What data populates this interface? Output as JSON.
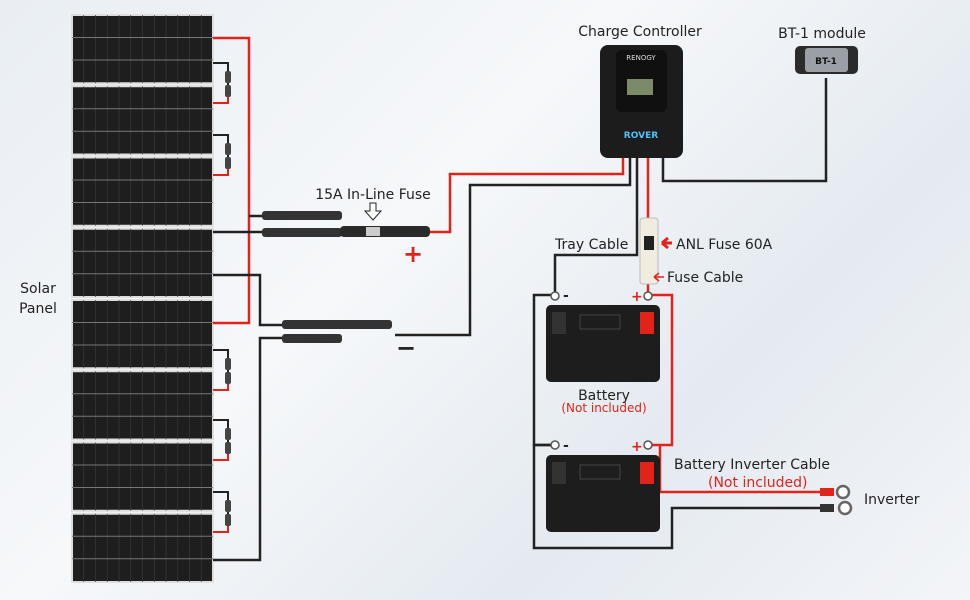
{
  "labels": {
    "charge_controller": "Charge Controller",
    "bt1_module": "BT-1 module",
    "inline_fuse": "15A In-Line Fuse",
    "solar_panel_line1": "Solar",
    "solar_panel_line2": "Panel",
    "tray_cable": "Tray Cable",
    "anl_fuse": "ANL Fuse 60A",
    "fuse_cable": "Fuse Cable",
    "battery": "Battery",
    "battery_not_included": "(Not included)",
    "battery_inverter_cable": "Battery Inverter Cable",
    "cable_not_included": "(Not included)",
    "inverter": "Inverter",
    "plus": "+",
    "minus": "-",
    "pv_plus": "+",
    "pv_minus": "−"
  },
  "devices": {
    "controller_brand": "RENOGY",
    "controller_model": "ROVER",
    "bt1_face": "BT-1"
  },
  "colors": {
    "positive": "#e2231a",
    "negative": "#222222"
  }
}
